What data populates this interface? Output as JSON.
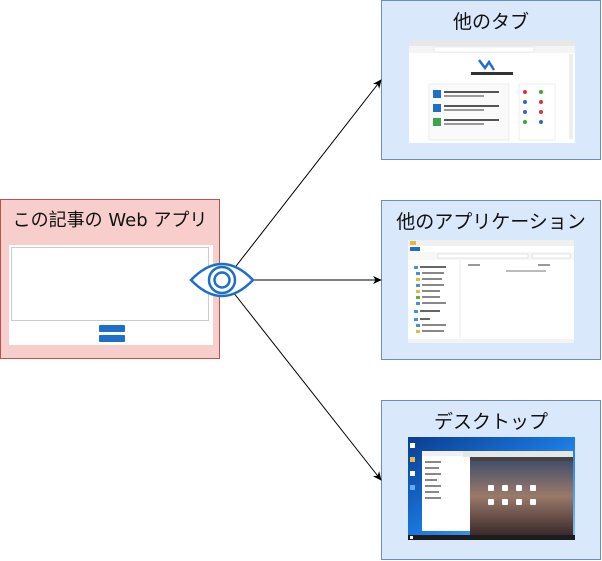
{
  "source": {
    "title": "この記事の Web アプリ"
  },
  "targets": [
    {
      "title": "他のタブ"
    },
    {
      "title": "他のアプリケーション"
    },
    {
      "title": "デスクトップ"
    }
  ],
  "colors": {
    "source_fill": "#f8cecc",
    "source_stroke": "#b85450",
    "target_fill": "#dae8fc",
    "target_stroke": "#6c8ebf",
    "eye": "#1e6fc9"
  }
}
